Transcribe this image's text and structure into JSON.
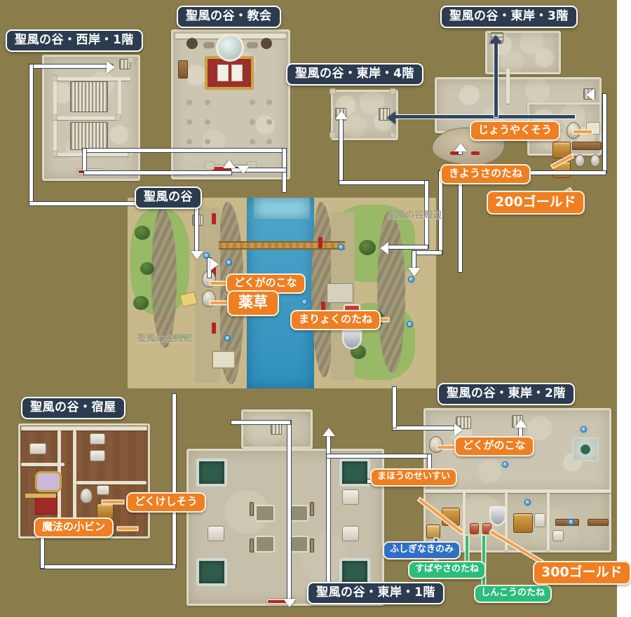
{
  "map": {
    "title_badges": [
      {
        "id": "west-bank-1f",
        "text": "聖風の谷・西岸・1階"
      },
      {
        "id": "church",
        "text": "聖風の谷・教会"
      },
      {
        "id": "east-bank-4f",
        "text": "聖風の谷・東岸・4階"
      },
      {
        "id": "east-bank-3f",
        "text": "聖風の谷・東岸・3階"
      },
      {
        "id": "valley",
        "text": "聖風の谷"
      },
      {
        "id": "inn",
        "text": "聖風の谷・宿屋"
      },
      {
        "id": "east-bank-2f",
        "text": "聖風の谷・東岸・2階"
      },
      {
        "id": "east-bank-1f",
        "text": "聖風の谷・東岸・1階"
      }
    ],
    "watermarks": [
      {
        "id": "valley-surroundings-left",
        "text": "聖風の谷周辺"
      },
      {
        "id": "valley-surroundings-right",
        "text": "聖風の谷周辺"
      }
    ],
    "item_badges": [
      {
        "id": "joyakusou",
        "text": "じょうやくそう",
        "kind": "orange"
      },
      {
        "id": "kiyousanotane",
        "text": "きようさのたね",
        "kind": "orange"
      },
      {
        "id": "gold-200",
        "text": "200ゴールド",
        "kind": "orange-gold"
      },
      {
        "id": "dokuganokona-1",
        "text": "どくがのこな",
        "kind": "orange"
      },
      {
        "id": "yakusou",
        "text": "薬草",
        "kind": "orange-big"
      },
      {
        "id": "maryokunotane",
        "text": "まりょくのたね",
        "kind": "orange"
      },
      {
        "id": "dokukeshisou",
        "text": "どくけしそう",
        "kind": "orange"
      },
      {
        "id": "mahou-no-kobin",
        "text": "魔法の小ビン",
        "kind": "orange"
      },
      {
        "id": "dokuganokona-2",
        "text": "どくがのこな",
        "kind": "orange"
      },
      {
        "id": "mahounoseisui",
        "text": "まほうのせいすい",
        "kind": "orange-small"
      },
      {
        "id": "fushigina-kinomi",
        "text": "ふしぎなきのみ",
        "kind": "blue"
      },
      {
        "id": "subayasanotane",
        "text": "すばやさのたね",
        "kind": "green"
      },
      {
        "id": "shinkounotane",
        "text": "しんこうのたね",
        "kind": "green"
      },
      {
        "id": "gold-300",
        "text": "300ゴールド",
        "kind": "orange-gold"
      }
    ],
    "colors": {
      "background": "#8b7d4b",
      "title_badge": "#2c3b4f",
      "item_orange": "#ef7f22",
      "item_blue": "#2f6fc4",
      "item_green": "#2bbd7e",
      "route_line": "#ffffff",
      "route_line_dark": "#32465e",
      "water": "#2f8fbd",
      "grass": "#8fb85e",
      "floor_stone": "#cbc5b1",
      "floor_wood": "#7d5433",
      "doormat_red": "#b7211f"
    }
  }
}
